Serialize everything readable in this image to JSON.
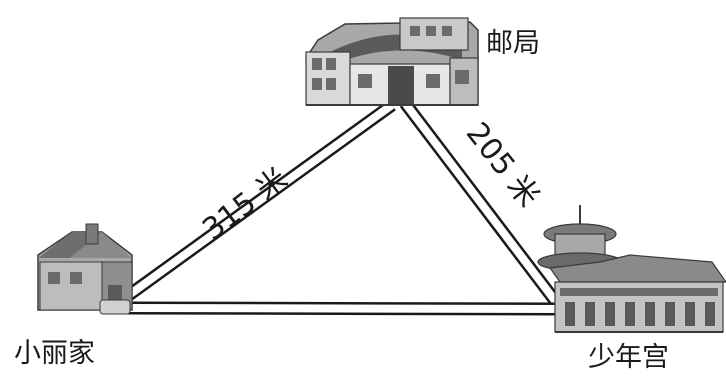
{
  "places": {
    "post_office": "邮局",
    "home": "小丽家",
    "youth_palace": "少年宫"
  },
  "distances": {
    "home_to_post_office": "315 米",
    "post_office_to_youth_palace": "205 米"
  },
  "colors": {
    "ink": "#1a1a1a",
    "road_fill": "#ffffff",
    "building_light": "#d9d9d9",
    "building_mid": "#a8a8a8",
    "building_dark": "#5a5a5a"
  }
}
